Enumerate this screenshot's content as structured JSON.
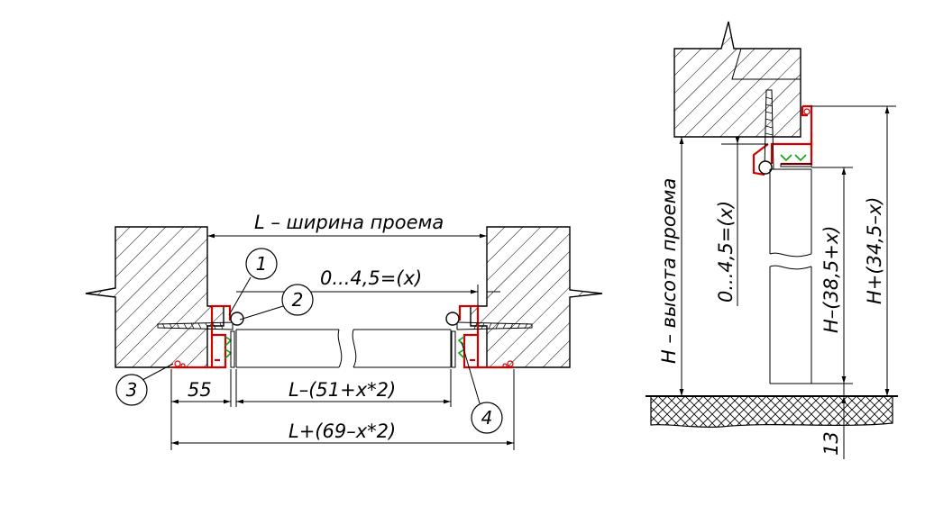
{
  "labels": {
    "width_opening": "L – ширина проема",
    "gap_left": "0...4,5=(x)",
    "dim_inner": "L–(51+x*2)",
    "dim_outer": "L+(69–x*2)",
    "dim_55": "55",
    "height_opening": "H – высота проема",
    "gap_top": "0...4,5=(x)",
    "dim_panel_height": "H–(38,5+x)",
    "dim_outer_height": "H+(34,5–x)",
    "dim_13": "13"
  },
  "callouts": [
    "1",
    "2",
    "3",
    "4"
  ],
  "colors": {
    "profile": "#d10000",
    "seal": "#11a011",
    "lines": "#000000"
  }
}
